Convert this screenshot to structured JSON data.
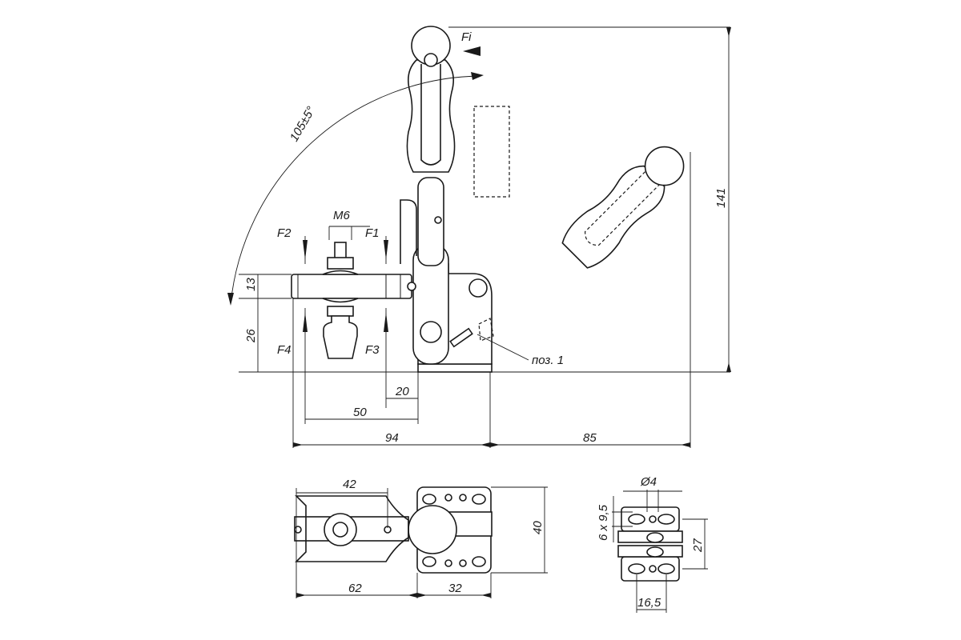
{
  "labels": {
    "fi": "Fi",
    "angle": "105±5°",
    "thread": "M6",
    "f1": "F1",
    "f2": "F2",
    "f3": "F3",
    "f4": "F4",
    "part_ref": "поз. 1"
  },
  "dimensions": {
    "h13": "13",
    "h26": "26",
    "h141": "141",
    "d20": "20",
    "d50": "50",
    "d94": "94",
    "d85": "85",
    "d42": "42",
    "d40": "40",
    "d62": "62",
    "d32": "32",
    "hole_dia": "Ø4",
    "slot": "6 x 9,5",
    "h27": "27",
    "w16_5": "16,5"
  }
}
